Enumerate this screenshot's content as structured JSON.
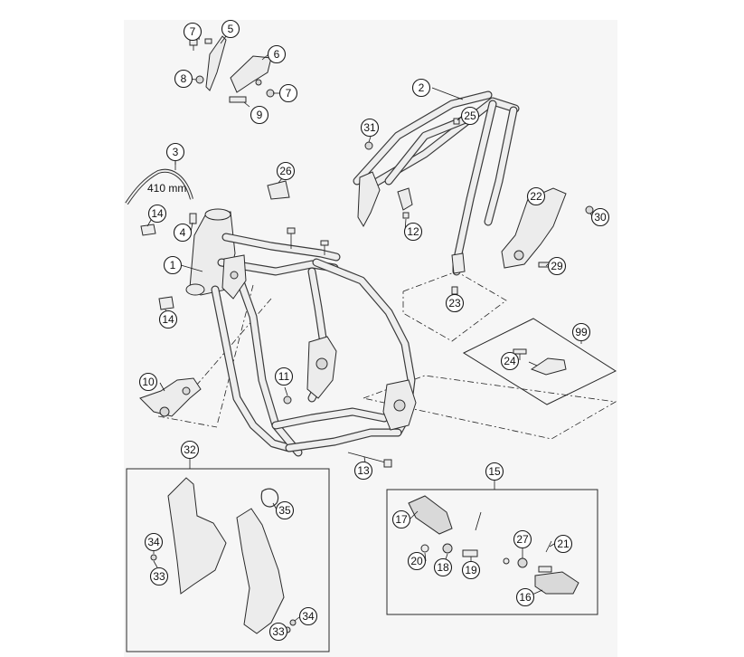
{
  "diagram": {
    "hose_length_label": "410 mm",
    "callouts": [
      {
        "id": "c1",
        "label": "1"
      },
      {
        "id": "c2",
        "label": "2"
      },
      {
        "id": "c3",
        "label": "3"
      },
      {
        "id": "c4",
        "label": "4"
      },
      {
        "id": "c5",
        "label": "5"
      },
      {
        "id": "c6",
        "label": "6"
      },
      {
        "id": "c7a",
        "label": "7"
      },
      {
        "id": "c7b",
        "label": "7"
      },
      {
        "id": "c8",
        "label": "8"
      },
      {
        "id": "c9",
        "label": "9"
      },
      {
        "id": "c10",
        "label": "10"
      },
      {
        "id": "c11",
        "label": "11"
      },
      {
        "id": "c12",
        "label": "12"
      },
      {
        "id": "c13",
        "label": "13"
      },
      {
        "id": "c14a",
        "label": "14"
      },
      {
        "id": "c14b",
        "label": "14"
      },
      {
        "id": "c15",
        "label": "15"
      },
      {
        "id": "c16",
        "label": "16"
      },
      {
        "id": "c17",
        "label": "17"
      },
      {
        "id": "c18",
        "label": "18"
      },
      {
        "id": "c19",
        "label": "19"
      },
      {
        "id": "c20",
        "label": "20"
      },
      {
        "id": "c21",
        "label": "21"
      },
      {
        "id": "c22",
        "label": "22"
      },
      {
        "id": "c23",
        "label": "23"
      },
      {
        "id": "c24",
        "label": "24"
      },
      {
        "id": "c25",
        "label": "25"
      },
      {
        "id": "c26",
        "label": "26"
      },
      {
        "id": "c27",
        "label": "27"
      },
      {
        "id": "c29",
        "label": "29"
      },
      {
        "id": "c30",
        "label": "30"
      },
      {
        "id": "c31",
        "label": "31"
      },
      {
        "id": "c32",
        "label": "32"
      },
      {
        "id": "c33a",
        "label": "33"
      },
      {
        "id": "c33b",
        "label": "33"
      },
      {
        "id": "c34a",
        "label": "34"
      },
      {
        "id": "c34b",
        "label": "34"
      },
      {
        "id": "c35",
        "label": "35"
      },
      {
        "id": "c99",
        "label": "99"
      }
    ]
  }
}
